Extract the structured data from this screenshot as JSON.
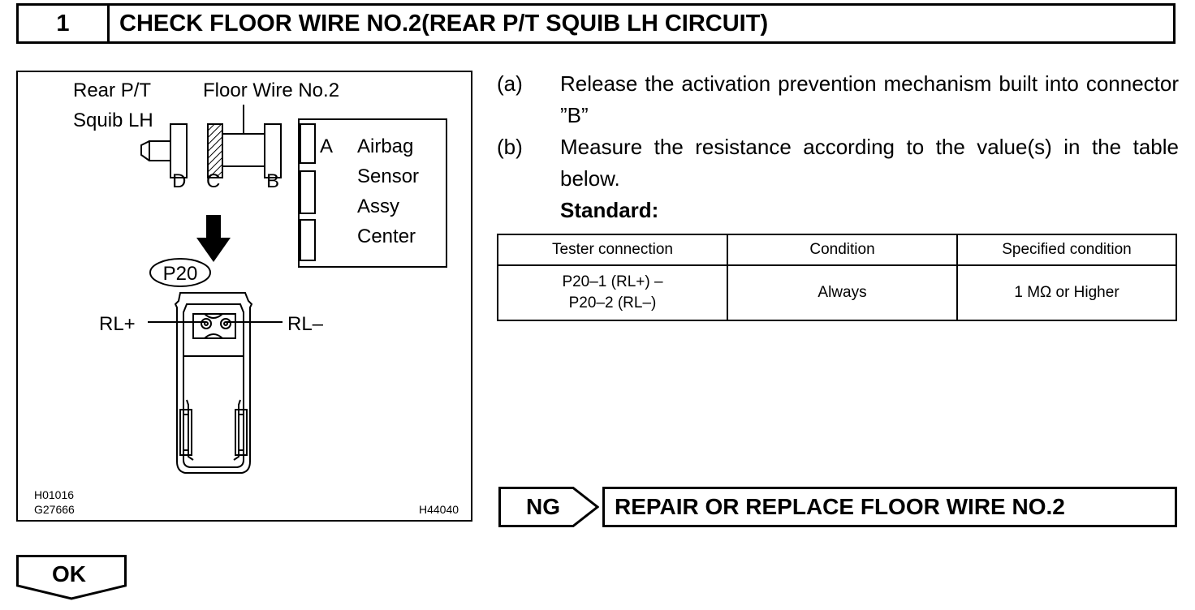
{
  "header": {
    "step_number": "1",
    "title": "CHECK FLOOR WIRE NO.2(REAR P/T SQUIB LH CIRCUIT)"
  },
  "figure": {
    "label_squib_line1": "Rear P/T",
    "label_squib_line2": "Squib LH",
    "label_floor_wire": "Floor Wire No.2",
    "label_d": "D",
    "label_c": "C",
    "label_b": "B",
    "label_a": "A",
    "sensor_line1": "Airbag",
    "sensor_line2": "Sensor",
    "sensor_line3": "Assy",
    "sensor_line4": "Center",
    "connector_id": "P20",
    "terminal_plus": "RL+",
    "terminal_minus": "RL–",
    "code1": "H01016",
    "code2": "G27666",
    "code3": "H44040"
  },
  "steps": [
    {
      "label": "(a)",
      "text": "Release the activation prevention mechanism built into connector ”B”"
    },
    {
      "label": "(b)",
      "text": "Measure the resistance according to the value(s) in the table below."
    }
  ],
  "standard_label": "Standard:",
  "table": {
    "headers": [
      "Tester connection",
      "Condition",
      "Specified condition"
    ],
    "row": {
      "connection_line1": "P20–1 (RL+) –",
      "connection_line2": "P20–2 (RL–)",
      "condition": "Always",
      "specified": "1 MΩ or Higher"
    }
  },
  "ng": {
    "label": "NG",
    "result": "REPAIR OR REPLACE FLOOR WIRE NO.2"
  },
  "ok": {
    "label": "OK"
  }
}
